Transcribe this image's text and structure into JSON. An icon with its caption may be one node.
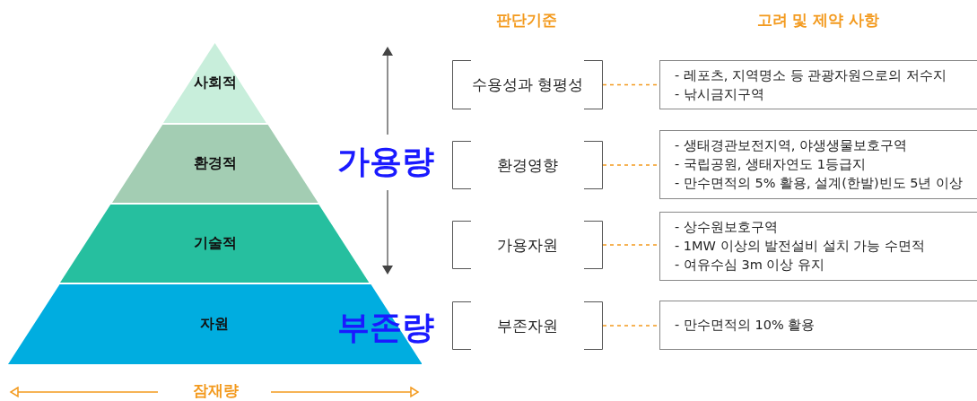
{
  "diagram": {
    "nodes": [
      {
        "text": [
          "사회적"
        ]
      },
      {
        "text": [
          "환경적"
        ]
      },
      {
        "text": [
          "기술적"
        ]
      },
      {
        "text": [
          "자원"
        ]
      },
      {
        "text": [
          "수용성과 형평성"
        ]
      },
      {
        "text": [
          "환경영향"
        ]
      },
      {
        "text": [
          "가용자원"
        ]
      },
      {
        "text": [
          "부존자원"
        ]
      },
      {
        "text": [
          "- 레포츠, 지역명소 등 관광자원으로의 저수지",
          "- 낚시금지구역"
        ]
      },
      {
        "text": [
          "- 생태경관보전지역, 야생생물보호구역",
          "- 국립공원, 생태자연도 1등급지",
          "- 만수면적의 5% 활용, 설계(한발)빈도 5년 이상"
        ]
      },
      {
        "text": [
          "- 상수원보호구역",
          "- 1MW 이상의 발전설비 설치 가능 수면적",
          "- 여유수심 3m 이상 유지"
        ]
      },
      {
        "text": [
          "- 만수면적의 10% 활용"
        ]
      }
    ],
    "edges": [
      {
        "from": 4,
        "to": 8,
        "arrow": "none",
        "style": "dashed",
        "color": "#f39a1e"
      },
      {
        "from": 5,
        "to": 9,
        "arrow": "none",
        "style": "dashed",
        "color": "#f39a1e"
      },
      {
        "from": 6,
        "to": 10,
        "arrow": "none",
        "style": "dashed",
        "color": "#f39a1e"
      },
      {
        "from": 7,
        "to": 11,
        "arrow": "none",
        "style": "dashed",
        "color": "#f39a1e"
      }
    ],
    "labels": [
      "판단기준",
      "고려 및 제약 사항",
      "가용량",
      "부존량",
      "잠재량"
    ]
  }
}
